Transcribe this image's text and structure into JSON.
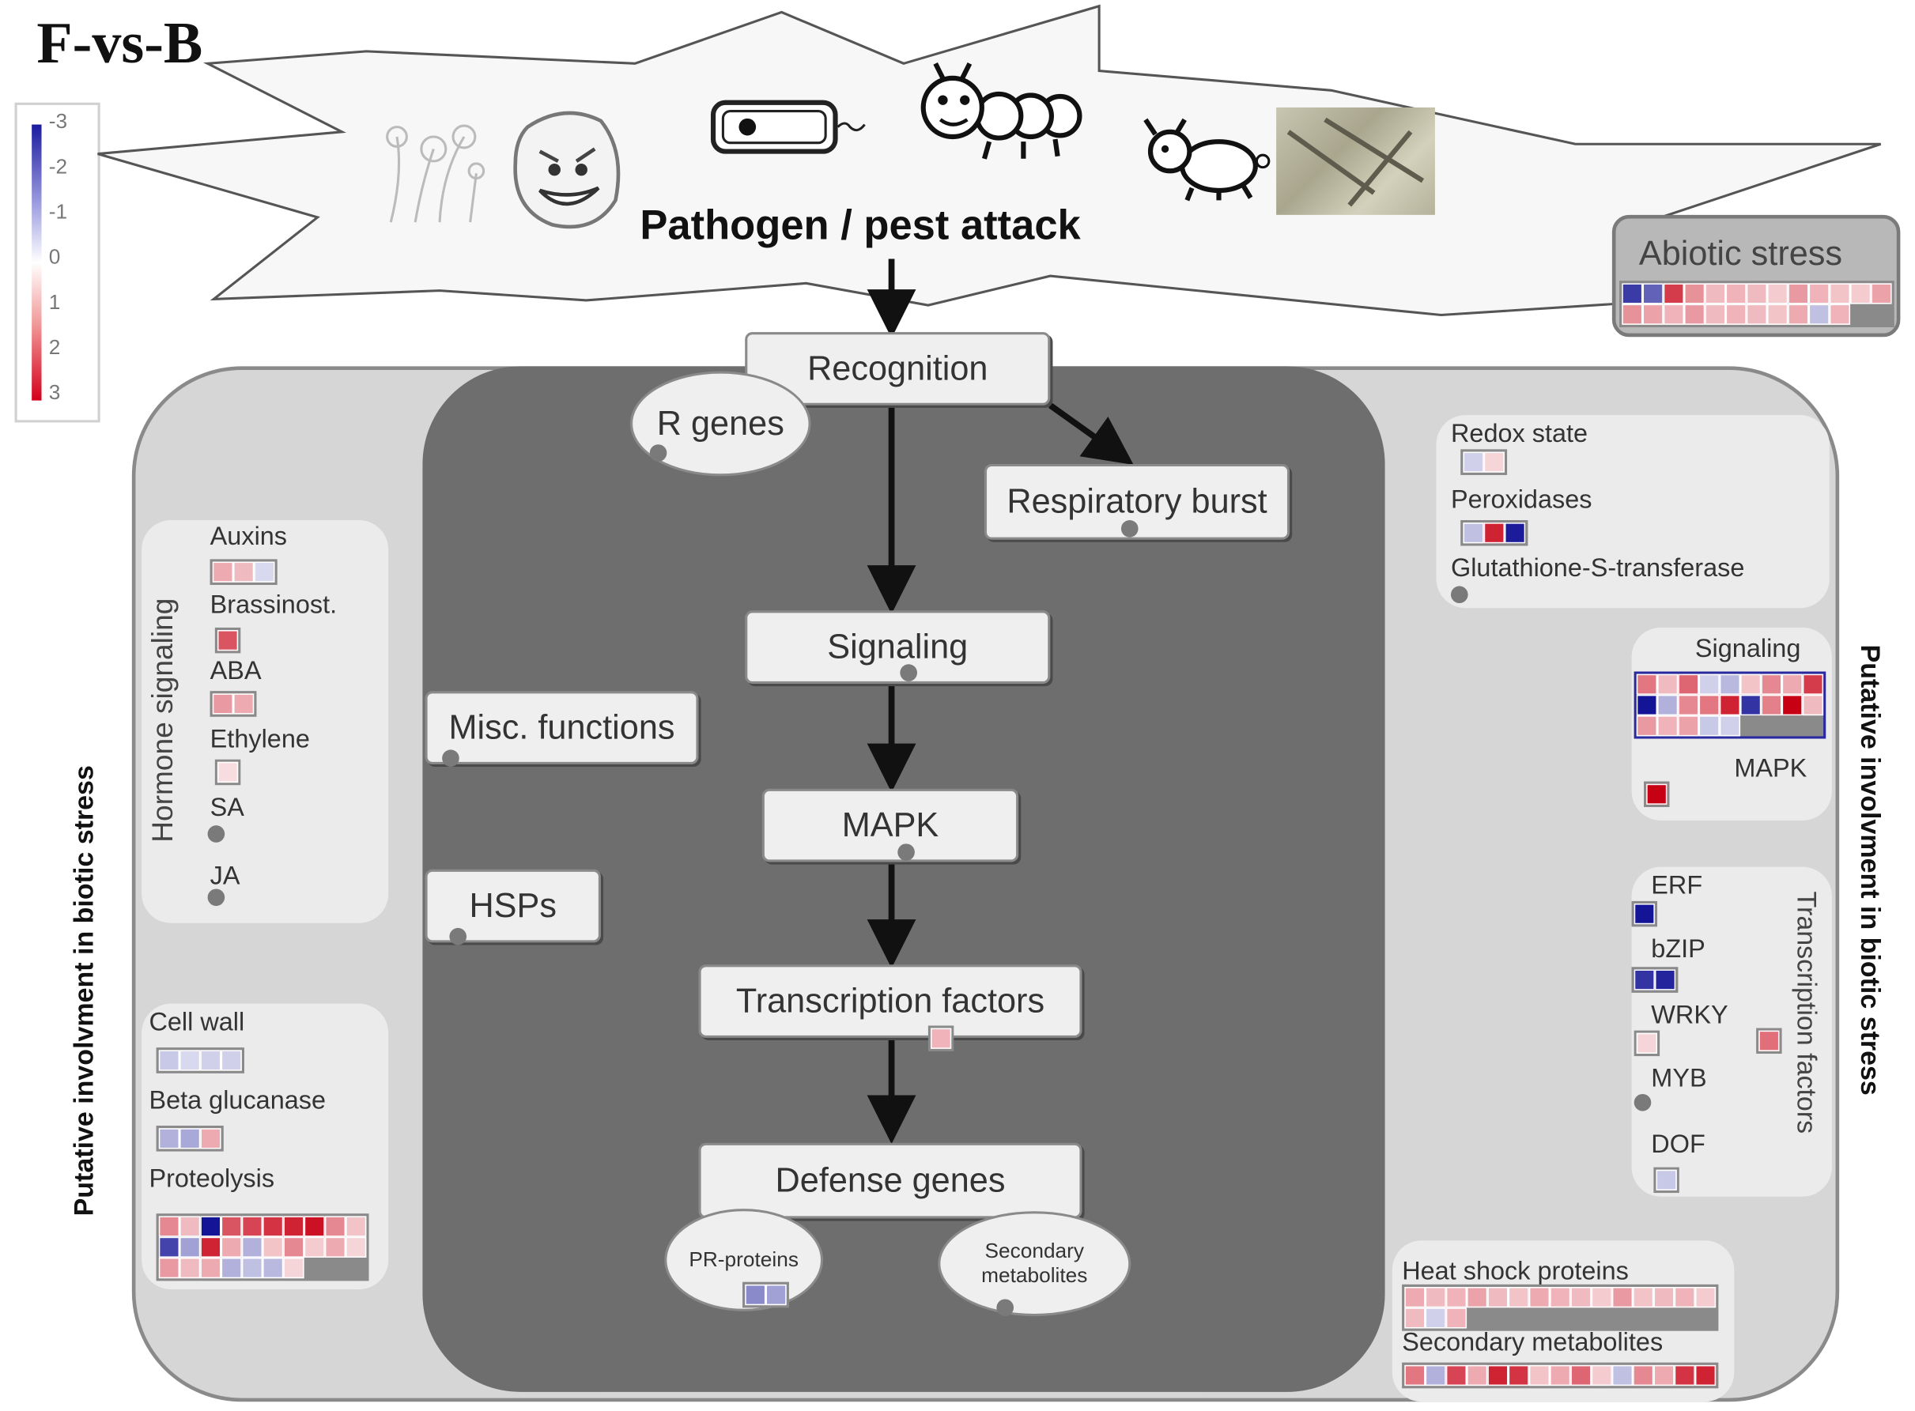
{
  "title": "F-vs-B",
  "legend": {
    "ticks": [
      "-3",
      "-2",
      "-1",
      "0",
      "1",
      "2",
      "3"
    ]
  },
  "pathway": {
    "attack": "Pathogen / pest attack",
    "recognition": "Recognition",
    "r_genes": "R genes",
    "respiratory_burst": "Respiratory burst",
    "signaling": "Signaling",
    "misc_functions": "Misc. functions",
    "mapk": "MAPK",
    "hsps": "HSPs",
    "transcription_factors": "Transcription factors",
    "defense_genes": "Defense genes",
    "pr_proteins": "PR-proteins",
    "secondary_metabolites_line1": "Secondary",
    "secondary_metabolites_line2": "metabolites"
  },
  "abiotic": {
    "label": "Abiotic stress"
  },
  "left": {
    "side_label": "Putative involvment in biotic stress",
    "hormone_title": "Hormone signaling",
    "auxins": "Auxins",
    "brassinost": "Brassinost.",
    "aba": "ABA",
    "ethylene": "Ethylene",
    "sa": "SA",
    "ja": "JA",
    "cell_wall": "Cell wall",
    "beta_glucanase": "Beta glucanase",
    "proteolysis": "Proteolysis"
  },
  "right": {
    "side_label": "Putative involvment in biotic stress",
    "redox_state": "Redox state",
    "peroxidases": "Peroxidases",
    "gst": "Glutathione-S-transferase",
    "signaling": "Signaling",
    "mapk": "MAPK",
    "tf_title": "Transcription factors",
    "erf": "ERF",
    "bzip": "bZIP",
    "wrky": "WRKY",
    "myb": "MYB",
    "dof": "DOF",
    "heat_shock": "Heat shock proteins",
    "secondary_metabolites": "Secondary metabolites"
  },
  "heatmaps": {
    "abiotic": {
      "cols": 13,
      "values": [
        -2.5,
        -2,
        2.3,
        1.3,
        0.8,
        0.9,
        0.8,
        0.6,
        1.2,
        0.9,
        0.7,
        0.6,
        1.1,
        1.3,
        1.1,
        0.9,
        1.2,
        0.8,
        0.9,
        0.8,
        0.7,
        1.0,
        -0.8,
        0.9
      ]
    },
    "auxins": {
      "cols": 3,
      "values": [
        1.0,
        0.8,
        -0.5
      ]
    },
    "brassinost": {
      "cols": 1,
      "values": [
        2.0
      ]
    },
    "aba": {
      "cols": 2,
      "values": [
        1.2,
        1.0
      ]
    },
    "ethylene": {
      "cols": 1,
      "values": [
        0.4
      ]
    },
    "cell_wall": {
      "cols": 4,
      "values": [
        -0.7,
        -0.5,
        -0.6,
        -0.6
      ]
    },
    "beta_glucanase": {
      "cols": 3,
      "values": [
        -1.0,
        -1.1,
        1.0
      ]
    },
    "proteolysis": {
      "cols": 10,
      "values": [
        1.4,
        0.8,
        -3.0,
        2.0,
        2.2,
        2.4,
        2.6,
        2.8,
        1.4,
        0.7,
        -2.4,
        -1.2,
        2.6,
        1.0,
        -1.0,
        0.7,
        1.4,
        0.6,
        1.0,
        0.5,
        1.2,
        0.8,
        1.0,
        -1.0,
        -0.8,
        -0.9,
        0.5
      ]
    },
    "redox": {
      "cols": 2,
      "values": [
        -0.6,
        0.5
      ]
    },
    "peroxidases": {
      "cols": 3,
      "values": [
        -0.8,
        2.6,
        -2.9
      ]
    },
    "signaling": {
      "cols": 9,
      "values": [
        1.6,
        0.8,
        1.8,
        -0.6,
        -0.9,
        0.7,
        1.4,
        1.0,
        2.3,
        -3.0,
        -1.0,
        1.4,
        1.6,
        2.6,
        -2.6,
        1.5,
        3.0,
        0.8,
        1.2,
        0.9,
        1.1,
        -0.7,
        -0.6
      ]
    },
    "mapk": {
      "cols": 1,
      "values": [
        3.0
      ]
    },
    "erf": {
      "cols": 1,
      "values": [
        -3.0
      ]
    },
    "bzip": {
      "cols": 2,
      "values": [
        -2.6,
        -2.8
      ]
    },
    "wrky": {
      "cols": 1,
      "values": [
        0.5
      ]
    },
    "tf_side": {
      "cols": 1,
      "values": [
        1.7
      ]
    },
    "dof": {
      "cols": 1,
      "values": [
        -0.7
      ]
    },
    "transcription_factors": {
      "cols": 1,
      "values": [
        0.9
      ]
    },
    "pr_proteins": {
      "cols": 2,
      "values": [
        -1.5,
        -1.2
      ]
    },
    "heat_shock": {
      "cols": 15,
      "values": [
        1.0,
        0.8,
        0.9,
        1.1,
        0.8,
        0.7,
        1.0,
        0.9,
        0.8,
        0.6,
        1.2,
        0.7,
        0.8,
        0.9,
        0.6,
        0.8,
        -0.6,
        0.9
      ]
    },
    "secondary": {
      "cols": 15,
      "values": [
        1.6,
        -1.0,
        2.2,
        1.0,
        2.6,
        2.4,
        0.7,
        1.0,
        1.8,
        0.6,
        -0.8,
        1.4,
        1.0,
        2.4,
        2.6
      ]
    }
  }
}
